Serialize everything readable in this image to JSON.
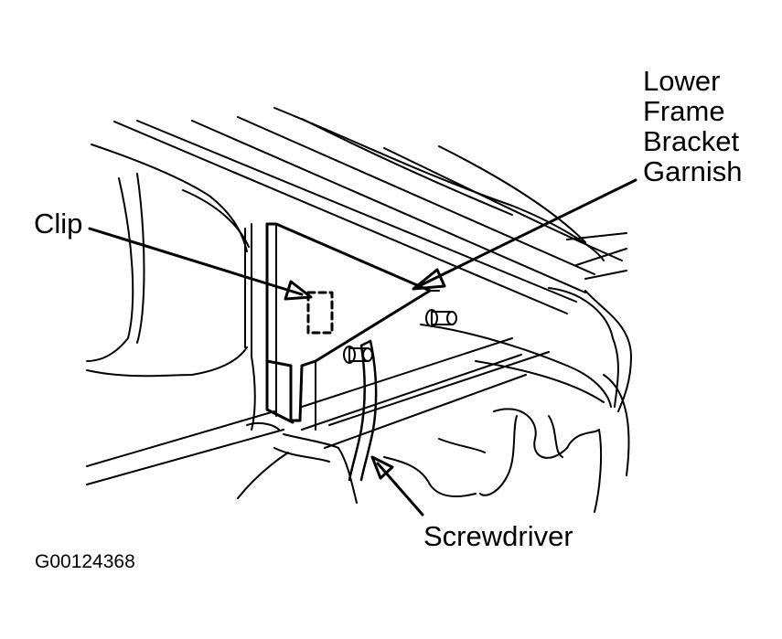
{
  "labels": {
    "lower_frame": [
      "Lower",
      "Frame",
      "Bracket",
      "Garnish"
    ],
    "clip": "Clip",
    "screwdriver": "Screwdriver",
    "figure_id": "G00124368"
  },
  "colors": {
    "ink": "#000000",
    "background": "#ffffff"
  }
}
